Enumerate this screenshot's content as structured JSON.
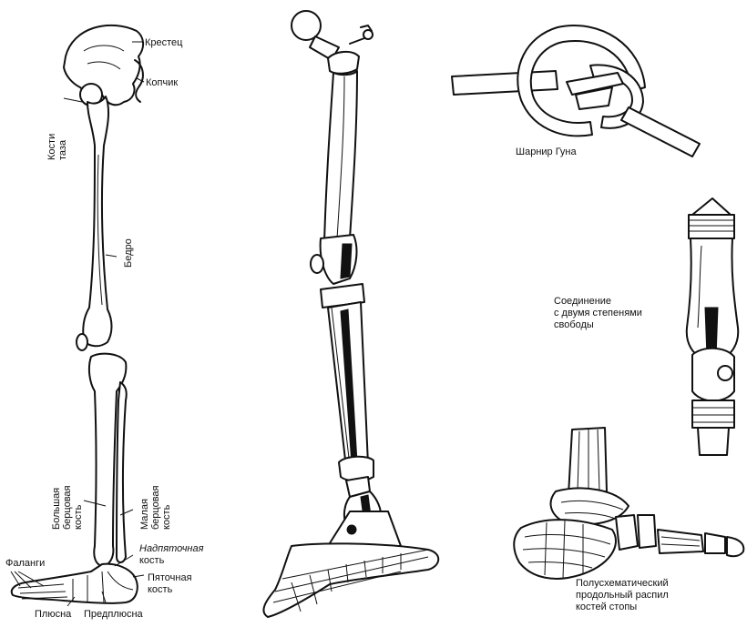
{
  "labels": {
    "sacrum": "Крестец",
    "coccyx": "Копчик",
    "pelvic_bones_line1": "Кости",
    "pelvic_bones_line2": "таза",
    "femur": "Бедро",
    "tibia_line1": "Большая",
    "tibia_line2": "берцовая",
    "tibia_line3": "кость",
    "fibula_line1": "Малая",
    "fibula_line2": "берцовая",
    "fibula_line3": "кость",
    "talus_line1": "Надпяточная",
    "talus_line2": "кость",
    "phalanges": "Фаланги",
    "calcaneus_line1": "Пяточная",
    "calcaneus_line2": "кость",
    "metatarsus": "Плюсна",
    "tarsus": "Предплюсна",
    "hooke_joint": "Шарнир Гуна",
    "two_dof_line1": "Соединение",
    "two_dof_line2": "с двумя степенями",
    "two_dof_line3": "свободы",
    "foot_section_line1": "Полусхематический",
    "foot_section_line2": "продольный распил",
    "foot_section_line3": "костей стопы"
  }
}
